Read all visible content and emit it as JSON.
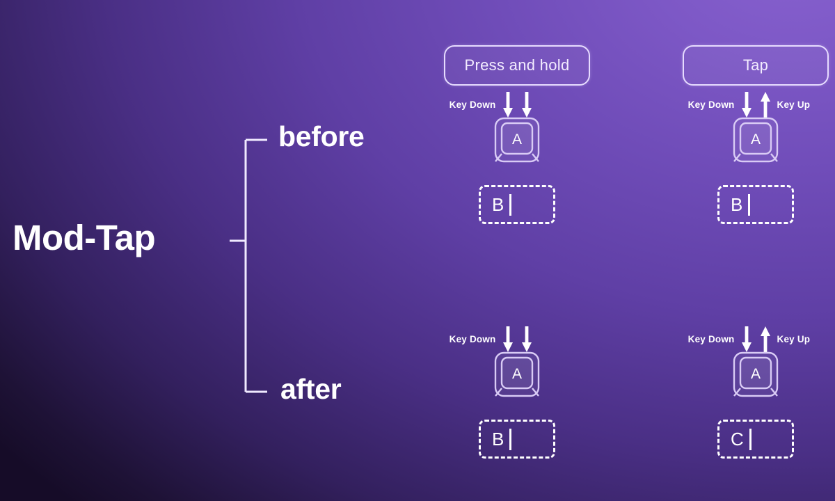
{
  "diagram": {
    "title": "Mod-Tap",
    "branches": [
      {
        "id": "before",
        "label": "before"
      },
      {
        "id": "after",
        "label": "after"
      }
    ],
    "columns": [
      {
        "id": "press-and-hold",
        "header": "Press and hold"
      },
      {
        "id": "tap",
        "header": "Tap"
      }
    ],
    "captions": {
      "key_down": "Key Down",
      "key_up": "Key Up"
    },
    "keycap": {
      "legend": "A"
    },
    "cells": {
      "before_press": {
        "field_letter": "B"
      },
      "before_tap": {
        "field_letter": "B"
      },
      "after_press": {
        "field_letter": "B"
      },
      "after_tap": {
        "field_letter": "C"
      }
    },
    "colors": {
      "background_light": "#7d58c6",
      "background_dark": "#1a0f2e",
      "stroke": "#ffffff",
      "pill_border": "#e7dcff",
      "keycap_stroke": "#d9cbf5"
    }
  }
}
